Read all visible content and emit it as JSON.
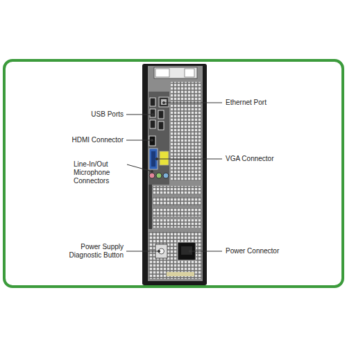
{
  "diagram": {
    "labels": [
      "USB Ports",
      "HDMI Connector",
      "Line-In/Out Microphone Connectors",
      "Ethernet Port",
      "VGA Connector",
      "Power Supply Diagnostic Button",
      "Power Connector"
    ]
  }
}
